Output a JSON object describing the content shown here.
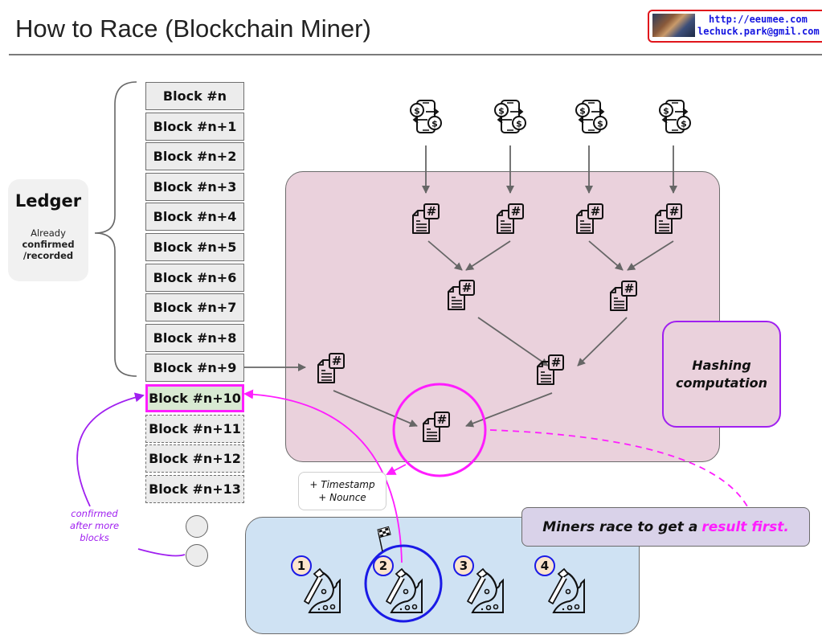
{
  "header": {
    "title": "How to Race (Blockchain Miner)",
    "author_url": "http://eeumee.com",
    "author_email": "lechuck.park@gmil.com"
  },
  "ledger": {
    "title": "Ledger",
    "subtitle_line1": "Already",
    "subtitle_line2": "confirmed",
    "subtitle_line3": "/recorded"
  },
  "blocks": [
    {
      "label": "Block #n",
      "state": "confirmed"
    },
    {
      "label": "Block #n+1",
      "state": "confirmed"
    },
    {
      "label": "Block #n+2",
      "state": "confirmed"
    },
    {
      "label": "Block #n+3",
      "state": "confirmed"
    },
    {
      "label": "Block #n+4",
      "state": "confirmed"
    },
    {
      "label": "Block #n+5",
      "state": "confirmed"
    },
    {
      "label": "Block #n+6",
      "state": "confirmed"
    },
    {
      "label": "Block #n+7",
      "state": "confirmed"
    },
    {
      "label": "Block #n+8",
      "state": "confirmed"
    },
    {
      "label": "Block #n+9",
      "state": "confirmed"
    },
    {
      "label": "Block #n+10",
      "state": "current"
    },
    {
      "label": "Block #n+11",
      "state": "pending"
    },
    {
      "label": "Block #n+12",
      "state": "pending"
    },
    {
      "label": "Block #n+13",
      "state": "pending"
    }
  ],
  "hashing": {
    "label_line1": "Hashing",
    "label_line2": "computation",
    "transactions_icon": "mobile-payment-transfer-icon",
    "hash_doc_icon": "hash-document-icon",
    "transaction_count": 4,
    "leaf_hash_count": 4,
    "intermediate_hash_count": 2
  },
  "extras": {
    "line1": "+ Timestamp",
    "line2": "+ Nounce"
  },
  "confirm_note": {
    "line1": "confirmed",
    "line2": "after more",
    "line3": "blocks"
  },
  "race": {
    "text": "Miners race to get a",
    "highlight": "result first."
  },
  "miners": [
    {
      "number": "1",
      "winner": false
    },
    {
      "number": "2",
      "winner": true
    },
    {
      "number": "3",
      "winner": false
    },
    {
      "number": "4",
      "winner": false
    }
  ],
  "colors": {
    "highlight_magenta": "#ff1dff",
    "purple": "#a020f0",
    "winner_blue": "#1a1ae6",
    "hashing_region": "#ead1dc",
    "miner_region": "#cfe2f3",
    "current_block": "#d8ead2",
    "race_box": "#d9d2e9"
  }
}
